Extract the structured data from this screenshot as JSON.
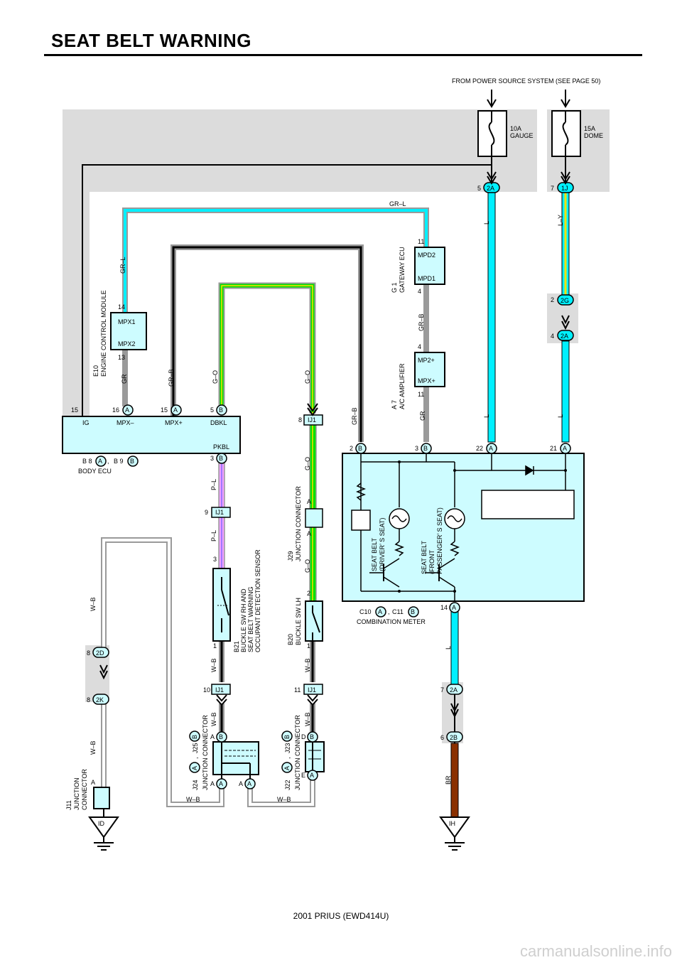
{
  "title": "SEAT BELT WARNING",
  "footer": "2001 PRIUS (EWD414U)",
  "watermark": "carmanualsonline.info",
  "source_note": "FROM POWER SOURCE SYSTEM (SEE PAGE 50)",
  "colors": {
    "power_area": "#dcdcdc",
    "component_fill": "#cdfcff",
    "wire_cyan": "#00f0ff",
    "wire_gray": "#9a9a9a",
    "wire_green": "#00e000",
    "wire_yellow": "#ffe000",
    "wire_pink": "#f0a0ff",
    "wire_brown": "#8a3000"
  },
  "fuses": {
    "gauge": {
      "rating": "10A",
      "name": "GAUGE"
    },
    "dome": {
      "rating": "15A",
      "name": "DOME"
    }
  },
  "connectors": {
    "c2A": "2A",
    "c1J": "1J",
    "c2G": "2G",
    "c2B": "2B",
    "c2D": "2D",
    "c2K": "2K",
    "cIJ1": "IJ1",
    "cID": "ID",
    "cIH": "IH",
    "A": "A",
    "B": "B",
    "D": "D",
    "E": "E"
  },
  "pins": {
    "p2": "2",
    "p3": "3",
    "p4": "4",
    "p5": "5",
    "p6": "6",
    "p7": "7",
    "p8": "8",
    "p9": "9",
    "p1": "1",
    "p10": "10",
    "p11": "11",
    "p13": "13",
    "p14": "14",
    "p15": "15",
    "p16": "16",
    "p21": "21",
    "p22": "22"
  },
  "wires": {
    "L": "L",
    "LY": "L–Y",
    "GRL": "GR–L",
    "GRB": "GR–B",
    "GR": "GR",
    "GO": "G–O",
    "PL": "P–L",
    "WB": "W–B",
    "BR": "BR"
  },
  "components": {
    "ecm": {
      "code": "E10",
      "name": "ENGINE CONTROL MODULE",
      "pin1": "MPX1",
      "pin2": "MPX2"
    },
    "gateway": {
      "code": "G 1",
      "name": "GATEWAY ECU",
      "pin1": "MPD2",
      "pin2": "MPD1"
    },
    "ac_amp": {
      "code": "A 7",
      "name": "A/C AMPLIFIER",
      "pin1": "MP2+",
      "pin2": "MPX+"
    },
    "body_ecu": {
      "name": "BODY ECU",
      "code1": "B 8",
      "code2": "B 9",
      "sep": ",",
      "t_ig": "IG",
      "t_mpxm": "MPX–",
      "t_mpxp": "MPX+",
      "t_dbkl": "DBKL",
      "t_pkbl": "PKBL"
    },
    "meter": {
      "name": "COMBINATION METER",
      "code1": "C10",
      "code2": "C11",
      "sep": ",",
      "driver_l1": "SEAT BELT",
      "driver_l2": "(DRIVER’ S SEAT)",
      "pass_l1": "SEAT BELT",
      "pass_l2": "(FRONT",
      "pass_l3": "PASSENGER’ S SEAT)"
    },
    "b21": {
      "code": "B21",
      "l1": "BUCKLE SW RH AND",
      "l2": "SEAT BELT WARNING",
      "l3": "OCCUPANT DETECTION SENSOR"
    },
    "b20": {
      "code": "B20",
      "l1": "BUCKLE SW LH"
    },
    "j29": {
      "code": "J29",
      "name": "JUNCTION CONNECTOR"
    },
    "j24": {
      "code1": "J24",
      "code2": "J25",
      "sep": ",",
      "name": "JUNCTION CONNECTOR"
    },
    "j22": {
      "code1": "J22",
      "code2": "J23",
      "sep": ",",
      "name": "JUNCTION CONNECTOR"
    },
    "j11": {
      "code": "J11",
      "l1": "JUNCTION",
      "l2": "CONNECTOR"
    }
  }
}
